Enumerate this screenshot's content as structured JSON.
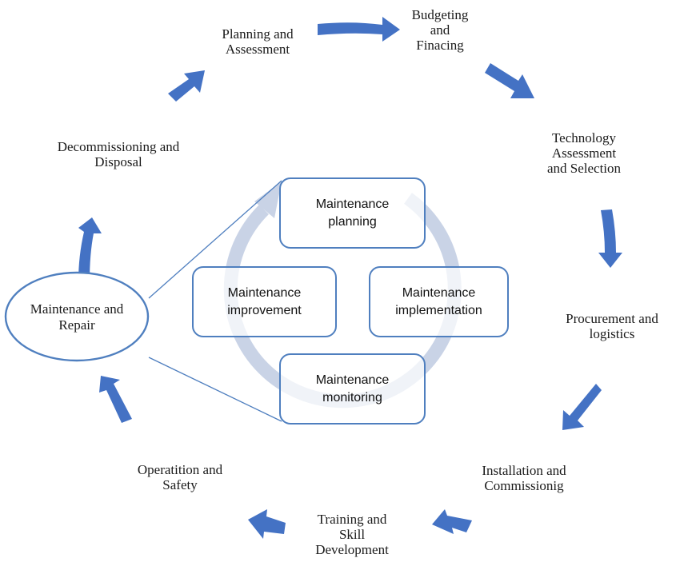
{
  "colors": {
    "arrow": "#4472c4",
    "box_border": "#4f7fbf",
    "cycle_ring": "#c9d3e6",
    "connector": "#4f7fbf",
    "text": "#1a1a1a"
  },
  "outer_cycle": {
    "stages": [
      {
        "id": "planning",
        "label": "Planning and\nAssessment"
      },
      {
        "id": "budgeting",
        "label": "Budgeting\nand\nFinacing"
      },
      {
        "id": "technology",
        "label": "Technology\nAssessment\nand Selection"
      },
      {
        "id": "procurement",
        "label": "Procurement and\nlogistics"
      },
      {
        "id": "installation",
        "label": "Installation and\nCommissionig"
      },
      {
        "id": "training",
        "label": "Training and\nSkill\nDevelopment"
      },
      {
        "id": "operation",
        "label": "Operatition and\nSafety"
      },
      {
        "id": "maintenance",
        "label": "Maintenance and\nRepair"
      },
      {
        "id": "decommissioning",
        "label": "Decommissioning and\nDisposal"
      }
    ],
    "arrow_icon": "block-arrow-icon"
  },
  "inner_cycle": {
    "boxes": [
      {
        "id": "planning",
        "label": "Maintenance\nplanning"
      },
      {
        "id": "implementation",
        "label": "Maintenance\nimplementation"
      },
      {
        "id": "monitoring",
        "label": "Maintenance\nmonitoring"
      },
      {
        "id": "improvement",
        "label": "Maintenance\nimprovement"
      }
    ],
    "ring_icon": "circular-arrow-icon"
  }
}
